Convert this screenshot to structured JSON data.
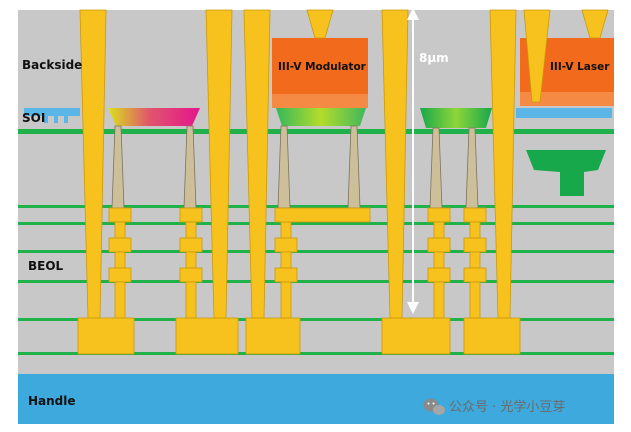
{
  "labels": {
    "backside": "Backside",
    "soi": "SOI",
    "beol": "BEOL",
    "handle": "Handle",
    "modulator": "III-V Modulator",
    "laser": "III-V Laser",
    "dimension": "8μm"
  },
  "watermark": {
    "text": "公众号 · 光学小豆芽",
    "icon": "wechat-icon"
  },
  "colors": {
    "background": "#c8c8c8",
    "handle": "#3da9dc",
    "metal": "#f7c21e",
    "metal_stroke": "#c99a0a",
    "beol_line": "#1fb24a",
    "iii_v": "#f26a1b",
    "via": "#cdbf9a",
    "soi": "#5bb6e8"
  }
}
